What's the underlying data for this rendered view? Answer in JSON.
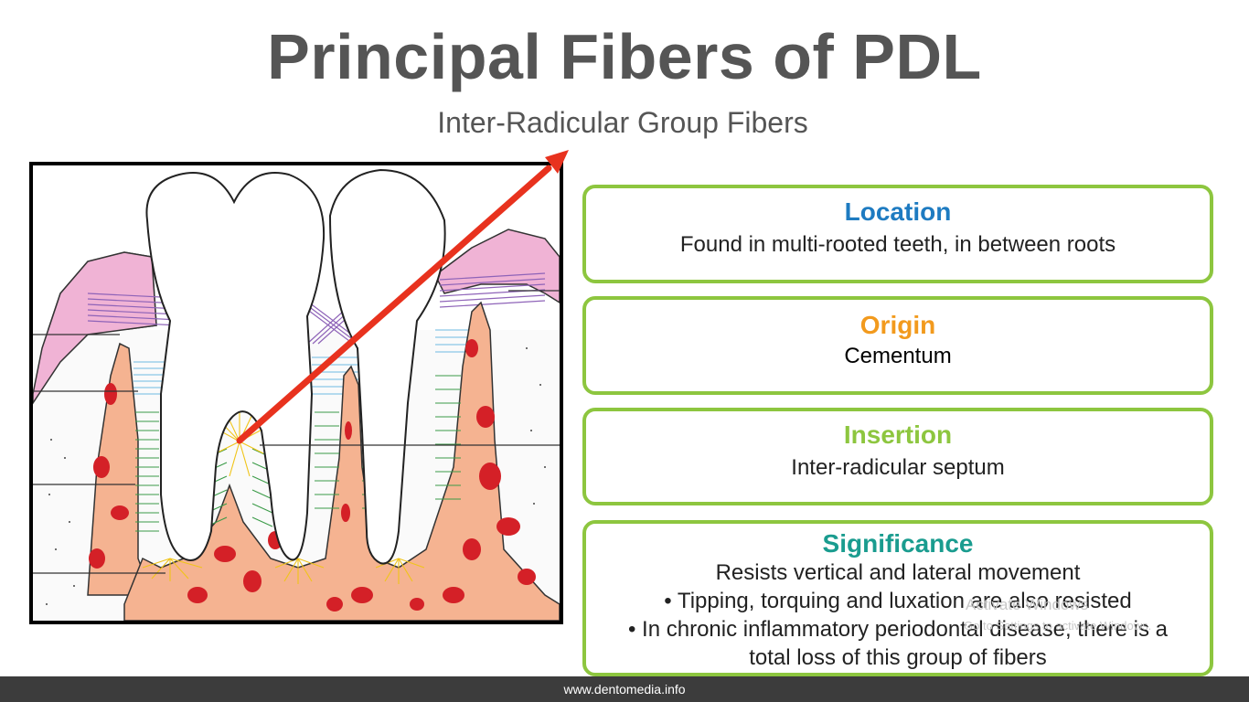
{
  "slide": {
    "title": "Principal Fibers of PDL",
    "subtitle": "Inter-Radicular Group Fibers"
  },
  "cards": {
    "location": {
      "heading": "Location",
      "text": "Found in multi-rooted teeth, in between roots"
    },
    "origin": {
      "heading": "Origin",
      "text": "Cementum"
    },
    "insertion": {
      "heading": "Insertion",
      "text": "Inter-radicular septum"
    },
    "significance": {
      "heading": "Significance",
      "lines": [
        "Resists vertical and lateral movement",
        "• Tipping, torquing and luxation are also resisted",
        "• In chronic inflammatory periodontal disease, there is a",
        "total loss of this group of fibers"
      ]
    }
  },
  "watermark": {
    "line1": "Activate Windows",
    "line2": "Go to Settings to activate Windows."
  },
  "footer": {
    "text": "www.dentomedia.info"
  },
  "colors": {
    "title": "#555555",
    "card_border": "#8dc63f",
    "location": "#1e7bc1",
    "origin": "#f29a1d",
    "insertion": "#8dc63f",
    "significance": "#1a9c8f",
    "arrow": "#e8321e",
    "bone": "#f5b391",
    "marrow": "#d42027",
    "gingiva": "#f0b3d5"
  }
}
